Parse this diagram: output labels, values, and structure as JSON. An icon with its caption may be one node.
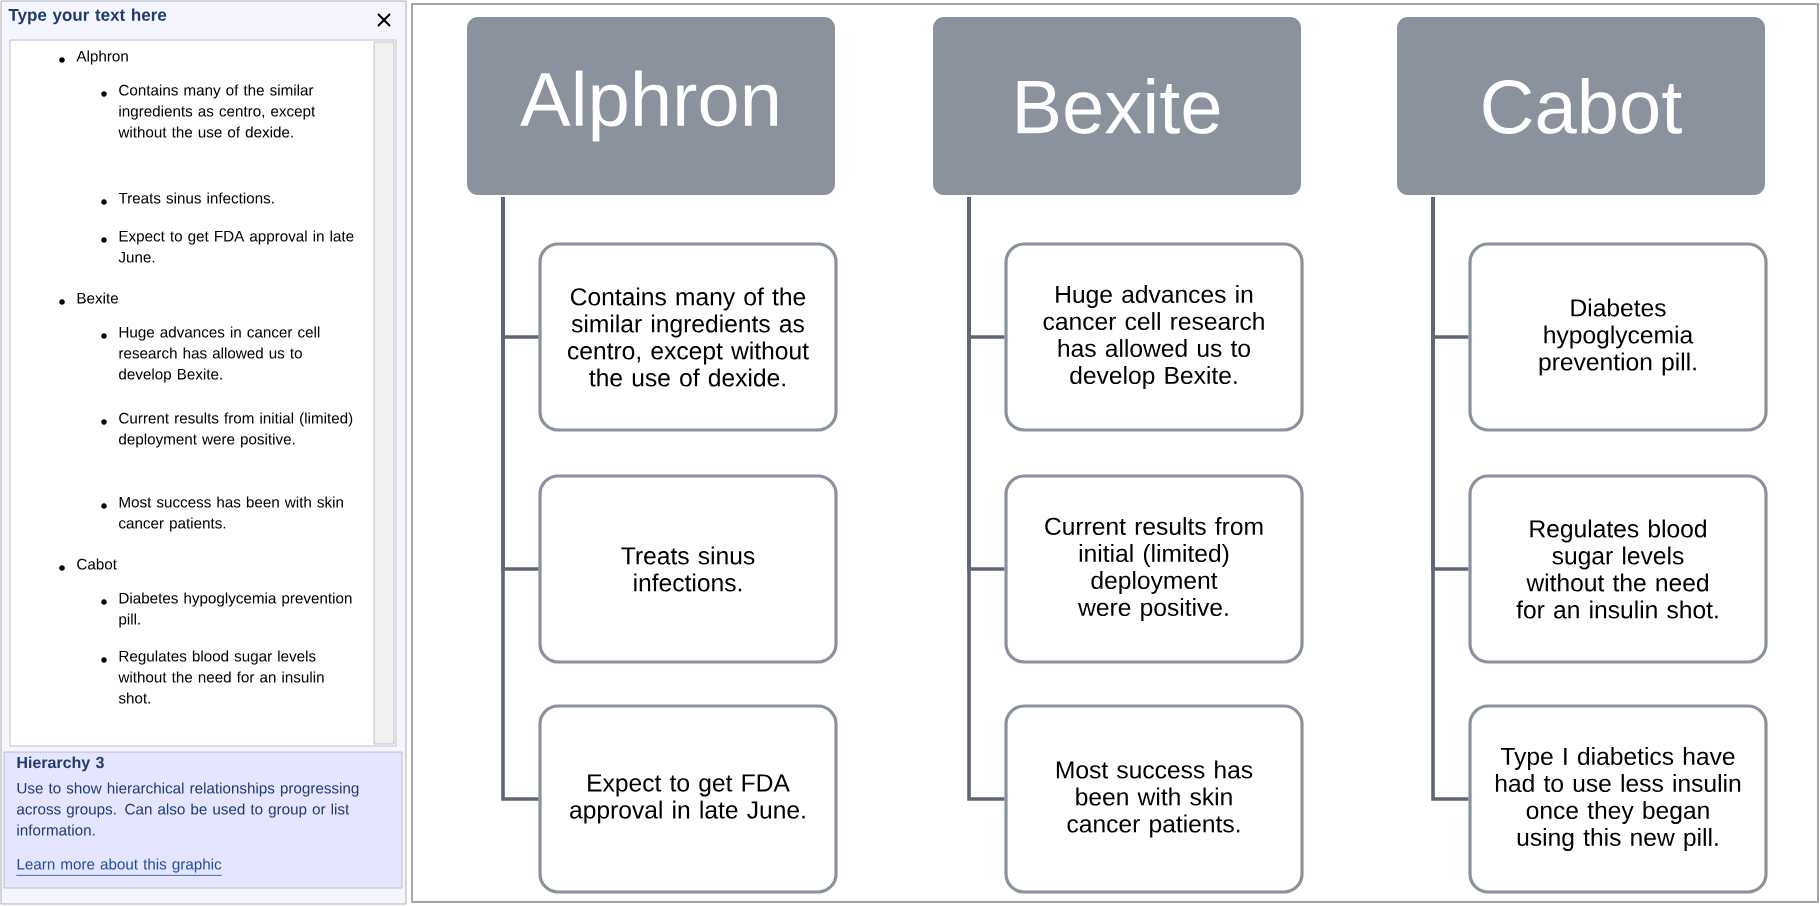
{
  "diagram": {
    "nodes": [
      {
        "text": [
          "Alphron"
        ]
      },
      {
        "text": [
          "Contains many of the similar ingredients as centro, except without the use of dexide."
        ]
      },
      {
        "text": [
          "Treats sinus infections."
        ]
      },
      {
        "text": [
          "Expect to get FDA approval in late June."
        ]
      },
      {
        "text": [
          "Bexite"
        ]
      },
      {
        "text": [
          "Huge advances in cancer cell research has allowed us to develop Bexite."
        ]
      },
      {
        "text": [
          "Current results from initial (limited) deployment were positive."
        ]
      },
      {
        "text": [
          "Most success has been with skin cancer patients."
        ]
      },
      {
        "text": [
          "Cabot"
        ]
      },
      {
        "text": [
          "Diabetes hypoglycemia prevention pill."
        ]
      },
      {
        "text": [
          "Regulates blood sugar levels without the need for an insulin shot."
        ]
      },
      {
        "text": [
          "Type I diabetics have had to use less insulin once they began using this new pill."
        ]
      }
    ],
    "edges": [
      {
        "from": 0,
        "to": 1,
        "arrow": "none"
      },
      {
        "from": 0,
        "to": 2,
        "arrow": "none"
      },
      {
        "from": 0,
        "to": 3,
        "arrow": "none"
      },
      {
        "from": 4,
        "to": 5,
        "arrow": "none"
      },
      {
        "from": 4,
        "to": 6,
        "arrow": "none"
      },
      {
        "from": 4,
        "to": 7,
        "arrow": "none"
      },
      {
        "from": 8,
        "to": 9,
        "arrow": "none"
      },
      {
        "from": 8,
        "to": 10,
        "arrow": "none"
      },
      {
        "from": 8,
        "to": 11,
        "arrow": "none"
      }
    ],
    "labels": [
      "Type your text here",
      "Alphron",
      "Contains many of the similar ingredients as centro, except without the use of dexide.",
      "Treats sinus infections.",
      "Expect to get FDA approval in late June.",
      "Bexite",
      "Huge advances in cancer cell research has allowed us to develop Bexite.",
      "Current results from initial (limited) deployment were positive.",
      "Most success has been with skin cancer patients.",
      "Cabot",
      "Diabetes hypoglycemia prevention pill.",
      "Regulates blood sugar levels without the need for an insulin shot.",
      "Hierarchy 3",
      "Use to show hierarchical relationships progressing across groups. Can also be used to group or list information.",
      "Learn more about this graphic"
    ]
  }
}
